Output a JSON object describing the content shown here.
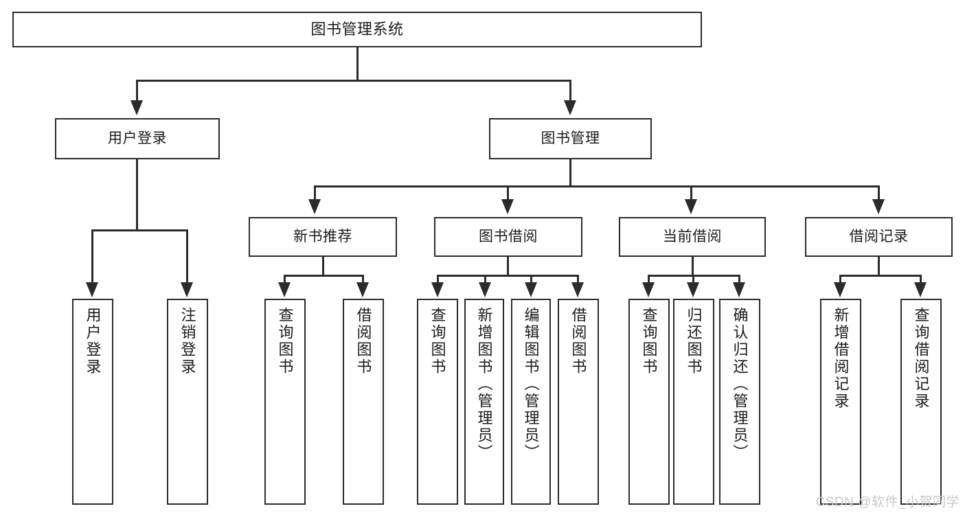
{
  "diagram": {
    "title": "图书管理系统",
    "type": "hierarchy-tree",
    "watermark": "CSDN @软件_小贺同学",
    "root": {
      "label": "图书管理系统"
    },
    "level2": [
      {
        "label": "用户登录"
      },
      {
        "label": "图书管理"
      }
    ],
    "level3": [
      {
        "label": "新书推荐"
      },
      {
        "label": "图书借阅"
      },
      {
        "label": "当前借阅"
      },
      {
        "label": "借阅记录"
      }
    ],
    "leaves": {
      "user_login": [
        {
          "label": "用户登录"
        },
        {
          "label": "注销登录"
        }
      ],
      "new_book_recommend": [
        {
          "label": "查询图书"
        },
        {
          "label": "借阅图书"
        }
      ],
      "book_borrow": [
        {
          "label": "查询图书"
        },
        {
          "label": "新增图书（管理员）"
        },
        {
          "label": "编辑图书（管理员）"
        },
        {
          "label": "借阅图书"
        }
      ],
      "current_borrow": [
        {
          "label": "查询图书"
        },
        {
          "label": "归还图书"
        },
        {
          "label": "确认归还（管理员）"
        }
      ],
      "borrow_record": [
        {
          "label": "新增借阅记录"
        },
        {
          "label": "查询借阅记录"
        }
      ]
    },
    "colors": {
      "stroke": "#2b2b2b",
      "background": "#ffffff",
      "text": "#1b1b1b",
      "watermark": "#c9c9c9"
    }
  }
}
